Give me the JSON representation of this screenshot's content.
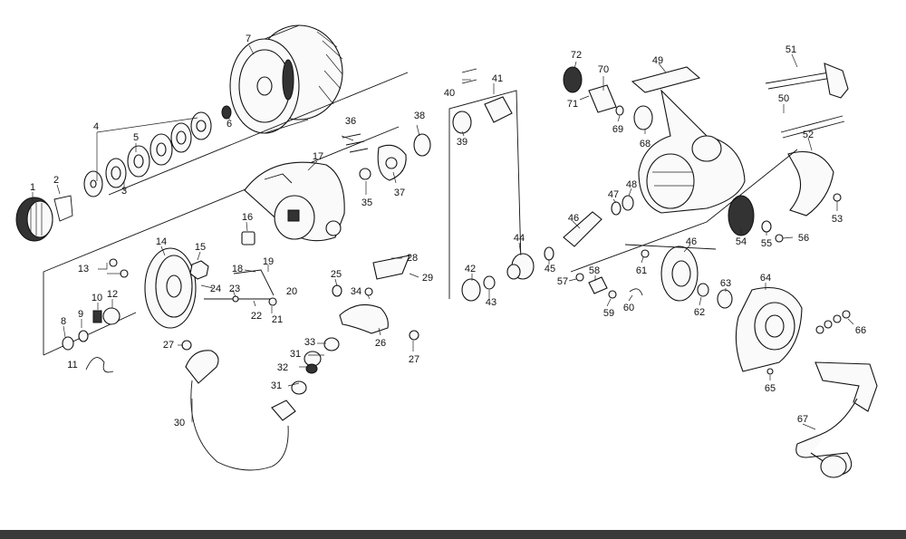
{
  "labels": [
    "1",
    "2",
    "3",
    "4",
    "5",
    "6",
    "7",
    "8",
    "9",
    "10",
    "11",
    "12",
    "13",
    "14",
    "15",
    "16",
    "17",
    "18",
    "19",
    "20",
    "21",
    "22",
    "23",
    "24",
    "25",
    "26",
    "27",
    "27",
    "28",
    "29",
    "30",
    "31",
    "31",
    "32",
    "33",
    "34",
    "35",
    "36",
    "37",
    "38",
    "39",
    "40",
    "41",
    "42",
    "43",
    "44",
    "45",
    "46",
    "46",
    "47",
    "48",
    "49",
    "50",
    "51",
    "52",
    "53",
    "54",
    "55",
    "56",
    "57",
    "58",
    "59",
    "60",
    "61",
    "62",
    "63",
    "64",
    "65",
    "66",
    "67",
    "68",
    "69",
    "70",
    "71",
    "72"
  ],
  "colors": {
    "background": "#ffffff",
    "ink": "#111111",
    "bottom_bar": "#3a3a3a"
  }
}
